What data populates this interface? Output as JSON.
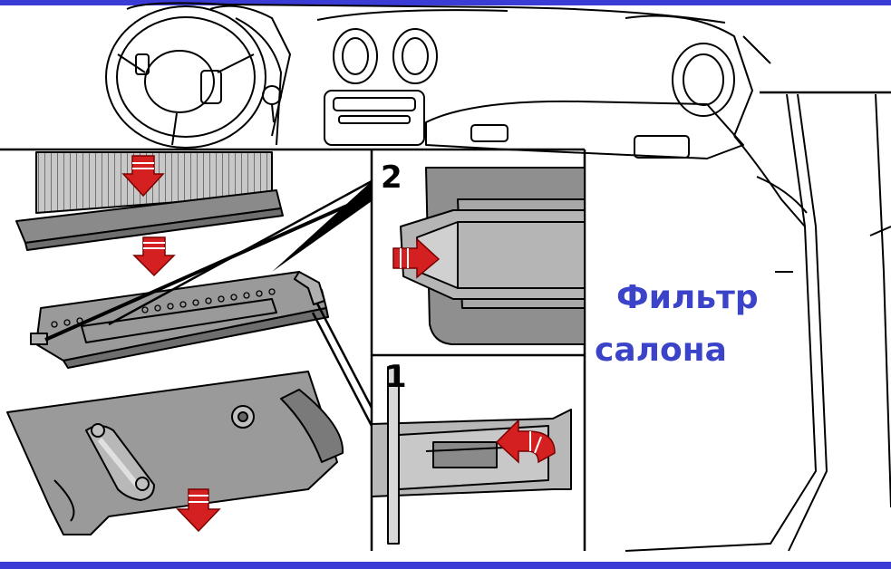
{
  "caption": {
    "line1": "Фильтр",
    "line2": "салона"
  },
  "steps": {
    "step2": "2",
    "step1": "1"
  },
  "colors": {
    "frame": "#3b3bd6",
    "caption": "#3b44c8",
    "arrow": "#d42020",
    "panel": "#8a8a8a",
    "panel_light": "#a9a9a9",
    "line": "#000000"
  },
  "icons": {
    "down_arrow": "down-arrow-icon",
    "right_arrow": "right-arrow-icon",
    "curved_arrow": "curved-arrow-icon",
    "screw": "screw-icon"
  }
}
